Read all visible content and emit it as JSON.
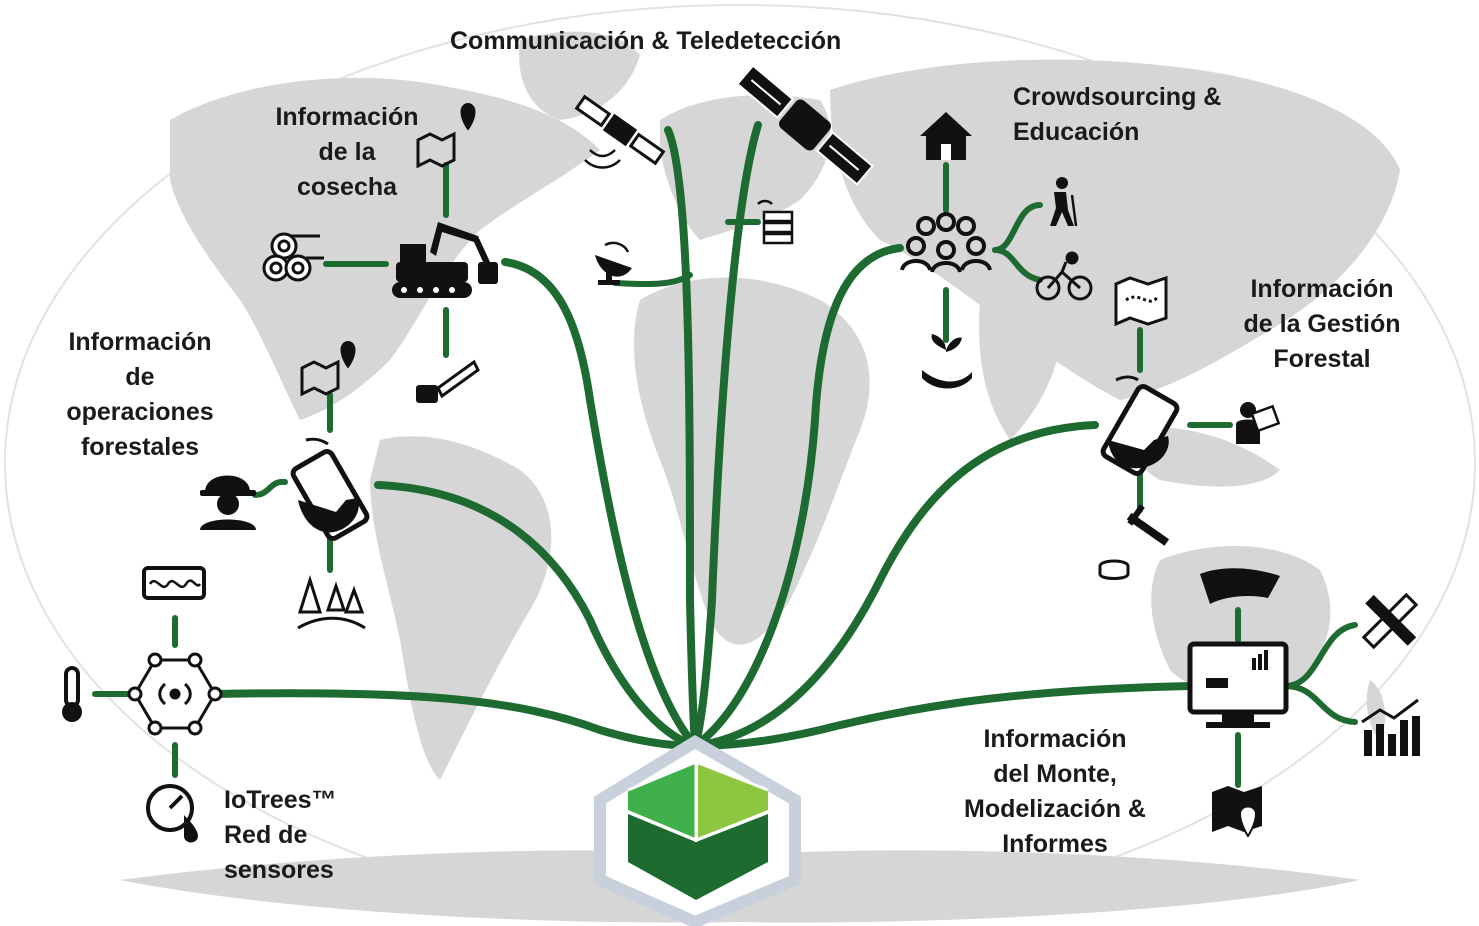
{
  "colors": {
    "line": "#1e6b32",
    "map": "#d6d6d6",
    "ocean": "#ffffff",
    "icon": "#111111",
    "cube_light": "#3fb04a",
    "cube_lime": "#8dc63f",
    "cube_dark": "#1e6b32",
    "hex_border": "#c8d0dc"
  },
  "labels": {
    "comm": "Communicación & Teledetección",
    "harvest": [
      "Información",
      "de la",
      "cosecha"
    ],
    "crowd": [
      "Crowdsourcing &",
      "Educación"
    ],
    "gestion": [
      "Información",
      "de la Gestión",
      "Forestal"
    ],
    "ops": [
      "Información",
      "de",
      "operaciones",
      "forestales"
    ],
    "iot": [
      "IoTrees™",
      "Red de",
      "sensores"
    ],
    "monte": [
      "Información",
      "del Monte,",
      "Modelización &",
      "Informes"
    ]
  },
  "icons": [
    "satellite-icon",
    "satellite-large-icon",
    "satellite-dish-icon",
    "server-icon",
    "house-icon",
    "group-icon",
    "hiker-icon",
    "cyclist-icon",
    "seedling-hand-icon",
    "map-pin-icon",
    "log-pile-icon",
    "harvester-icon",
    "chainsaw-icon",
    "worker-icon",
    "smartphone-icon",
    "trees-icon",
    "forest-map-icon",
    "reader-icon",
    "caliper-icon",
    "coins-icon",
    "terrain-icon",
    "monitor-icon",
    "pencil-ruler-icon",
    "bar-chart-icon",
    "map-marker-icon",
    "thermometer-icon",
    "sensor-hub-icon",
    "waveform-icon",
    "gauge-icon",
    "cube-logo"
  ]
}
